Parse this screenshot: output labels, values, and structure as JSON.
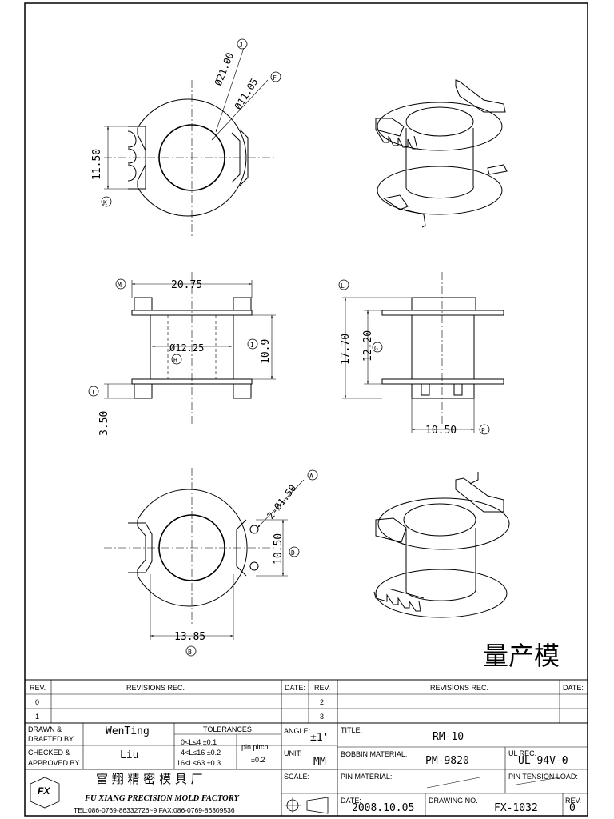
{
  "label_chinese_status": "量产模",
  "dims": {
    "d21": "Ø21.00",
    "d1105": "Ø11.05",
    "h1150": "11.50",
    "w2075": "20.75",
    "d1225": "Ø12.25",
    "h109": "10.9",
    "h350": "3.50",
    "h1770": "17.70",
    "h1220": "12.20",
    "w1050": "10.50",
    "pin": "2-Ø1.50",
    "h1050": "10.50",
    "w1385": "13.85"
  },
  "balloons": {
    "J": "J",
    "F": "F",
    "K": "K",
    "M": "M",
    "H": "H",
    "I": "I",
    "I2": "I",
    "L": "L",
    "G": "G",
    "P": "P",
    "A": "A",
    "D": "D",
    "B": "B"
  },
  "title_block": {
    "rev_header": "REV.",
    "revisions_header": "REVISIONS   REC.",
    "date_header": "DATE:",
    "rev_rows_left": [
      "0",
      "1"
    ],
    "rev_rows_right": [
      "2",
      "3"
    ],
    "drawn_label_1": "DRAWN  &",
    "drawn_label_2": "DRAFTED BY",
    "drawn_by": "WenTing",
    "checked_label_1": "CHECKED  &",
    "checked_label_2": "APPROVED BY",
    "checked_by": "Liu",
    "tolerances_label": "TOLERANCES",
    "tol_1": "0<L≤4   ±0.1",
    "tol_2": "4<L≤16  ±0.2",
    "tol_3": "16<L≤63  ±0.3",
    "pin_pitch_label": "pin  pitch",
    "pin_pitch_value": "±0.2",
    "angle_label": "ANGLE:",
    "angle_value": "±1'",
    "unit_label": "UNIT:",
    "unit_value": "MM",
    "scale_label": "SCALE:",
    "title_label": "TITLE:",
    "title_value": "RM-10",
    "bobbin_label": "BOBBIN MATERIAL:",
    "bobbin_value": "PM-9820",
    "ul_label": "UL REC.",
    "ul_value": "UL 94V-0",
    "pin_material_label": "PIN MATERIAL:",
    "pin_tension_label": "PIN TENSION LOAD:",
    "date_label": "DATE:",
    "date_value": "2008.10.05",
    "drawing_no_label": "DRAWING NO.",
    "drawing_no_value": "FX-1032",
    "rev_label": "REV.",
    "rev_value": "0",
    "company_cn": "富 翔 精 密 模 具 厂",
    "company_en": "FU XIANG PRECISION MOLD FACTORY",
    "company_tel": "TEL:086-0769-86332726~9  FAX:086-0769-86309536",
    "logo_text": "FX"
  }
}
